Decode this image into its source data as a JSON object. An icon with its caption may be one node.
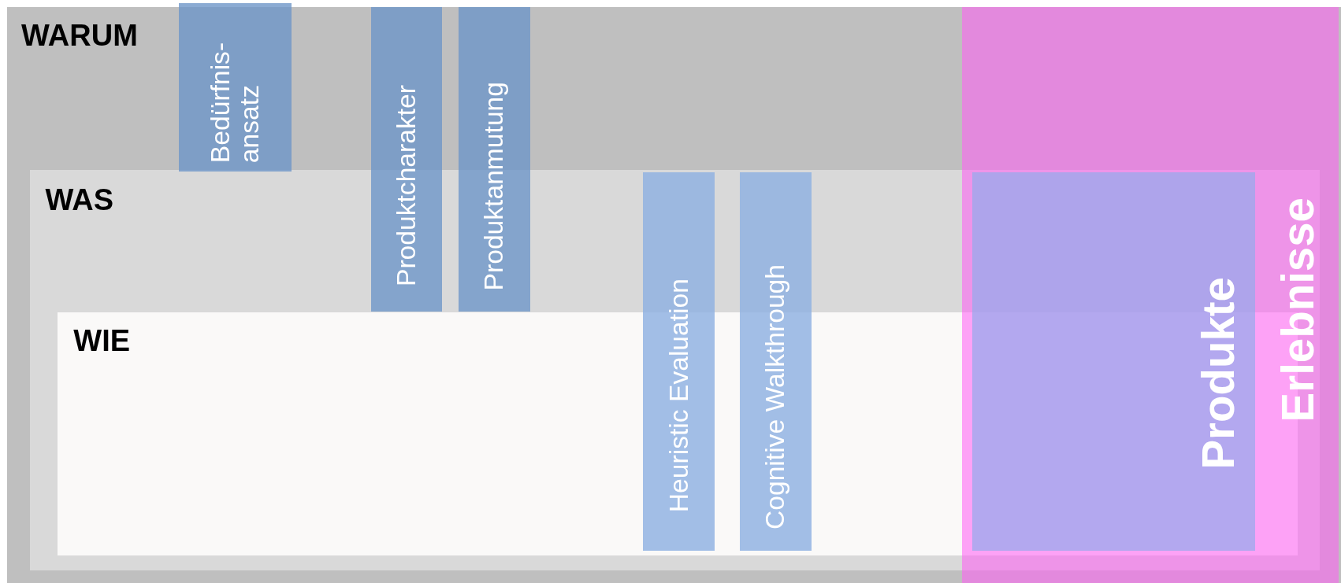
{
  "diagram": {
    "nodes": [
      {
        "text": [
          "WARUM"
        ]
      },
      {
        "text": [
          "WAS"
        ],
        "in": 0
      },
      {
        "text": [
          "WIE"
        ],
        "in": 1
      },
      {
        "text": [
          "Bedürfnis- ansatz"
        ],
        "in": 0
      },
      {
        "text": [
          "Produktcharakter"
        ],
        "in": 0
      },
      {
        "text": [
          "Produktanmutung"
        ],
        "in": 0
      },
      {
        "text": [
          "Heuristic Evaluation"
        ],
        "in": 1
      },
      {
        "text": [
          "Cognitive Walkthrough"
        ],
        "in": 1
      },
      {
        "text": [
          "Erlebnisse"
        ],
        "in": 0
      },
      {
        "text": [
          "Produkte"
        ]
      }
    ]
  }
}
